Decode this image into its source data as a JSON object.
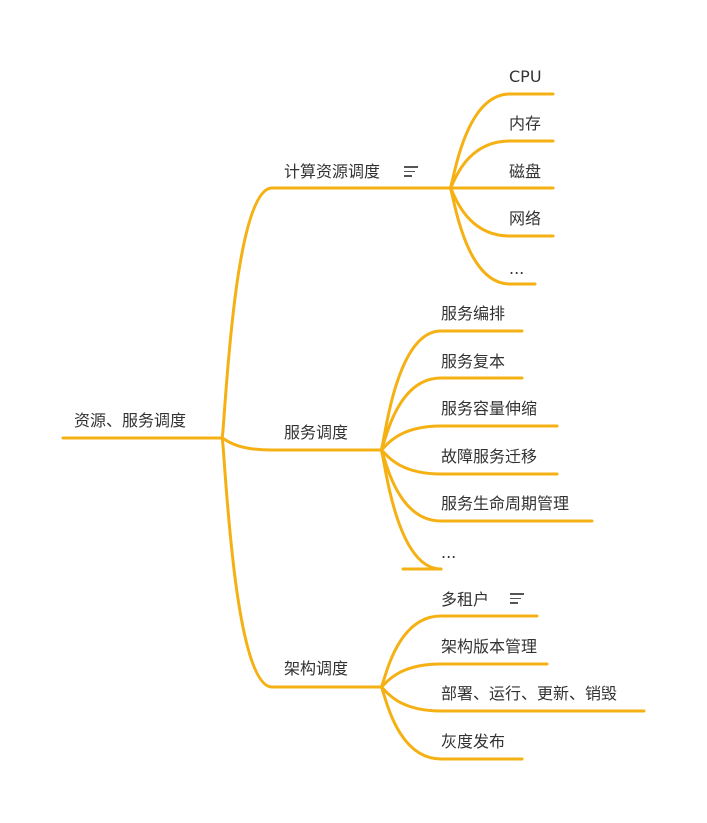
{
  "colors": {
    "branch": "#F5B114",
    "text": "#333333",
    "background": "#FFFFFF"
  },
  "root": {
    "label": "资源、服务调度"
  },
  "branches": [
    {
      "label": "计算资源调度",
      "has_note_icon": true,
      "children": [
        "CPU",
        "内存",
        "磁盘",
        "网络",
        "..."
      ]
    },
    {
      "label": "服务调度",
      "has_note_icon": false,
      "children": [
        "服务编排",
        "服务复本",
        "服务容量伸缩",
        "故障服务迁移",
        "服务生命周期管理",
        "..."
      ]
    },
    {
      "label": "架构调度",
      "has_note_icon": false,
      "children": [
        "多租户",
        "架构版本管理",
        "部署、运行、更新、销毁",
        "灰度发布"
      ],
      "child_note_icon": "多租户"
    }
  ],
  "icons": {
    "note": "note-lines-icon"
  }
}
